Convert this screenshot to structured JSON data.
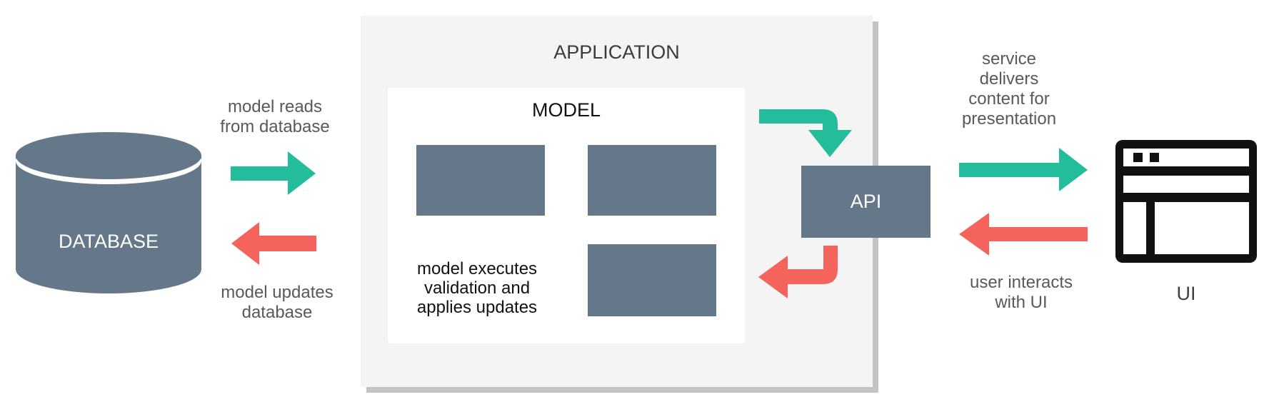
{
  "colors": {
    "slate": "#65788a",
    "teal": "#23bd9c",
    "coral": "#f5635d",
    "app_background": "#f4f4f4",
    "app_shadow": "#c4c4c4",
    "annotation_gray": "#595959",
    "heading_dark": "#3b3b3b",
    "icon_black": "#111111",
    "white": "#ffffff"
  },
  "database": {
    "label": "DATABASE"
  },
  "application": {
    "title": "APPLICATION",
    "model": {
      "title": "MODEL",
      "note": "model executes\nvalidation and\napplies updates"
    }
  },
  "api": {
    "label": "API"
  },
  "ui": {
    "label": "UI"
  },
  "annotations": {
    "db_read": "model reads\nfrom database",
    "db_update": "model updates\ndatabase",
    "service_delivers": "service\ndelivers\ncontent for\npresentation",
    "user_interacts": "user interacts\nwith UI"
  },
  "icons": {
    "database": "database-cylinder",
    "ui": "browser-window"
  },
  "arrows": [
    {
      "name": "model-reads-arrow",
      "color": "teal",
      "from": "database",
      "to": "model",
      "direction": "right"
    },
    {
      "name": "model-updates-arrow",
      "color": "coral",
      "from": "model",
      "to": "database",
      "direction": "left"
    },
    {
      "name": "model-to-api-arrow",
      "color": "teal",
      "from": "model",
      "to": "api",
      "direction": "right-down"
    },
    {
      "name": "api-to-model-arrow",
      "color": "coral",
      "from": "api",
      "to": "model",
      "direction": "down-left"
    },
    {
      "name": "api-to-ui-arrow",
      "color": "teal",
      "from": "api",
      "to": "ui",
      "direction": "right"
    },
    {
      "name": "ui-to-api-arrow",
      "color": "coral",
      "from": "ui",
      "to": "api",
      "direction": "left"
    }
  ]
}
